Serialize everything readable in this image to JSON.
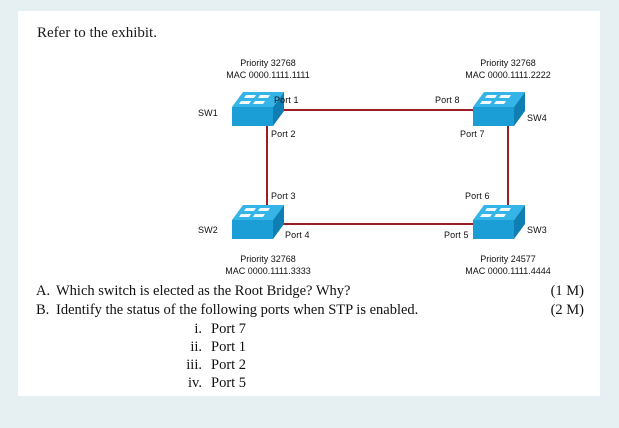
{
  "heading": "Refer to the exhibit.",
  "diagram": {
    "switches": [
      {
        "id": "sw1",
        "name": "SW1",
        "priority": "Priority 32768",
        "mac": "MAC 0000.1111.1111"
      },
      {
        "id": "sw4",
        "name": "SW4",
        "priority": "Priority 32768",
        "mac": "MAC 0000.1111.2222"
      },
      {
        "id": "sw2",
        "name": "SW2",
        "priority": "Priority 32768",
        "mac": "MAC 0000.1111.3333"
      },
      {
        "id": "sw3",
        "name": "SW3",
        "priority": "Priority 24577",
        "mac": "MAC 0000.1111.4444"
      }
    ],
    "ports": {
      "p1": "Port 1",
      "p2": "Port 2",
      "p3": "Port 3",
      "p4": "Port 4",
      "p5": "Port 5",
      "p6": "Port 6",
      "p7": "Port  7",
      "p8": "Port  8"
    },
    "link_color": "#9c1d22",
    "switch_color": "#2aace2"
  },
  "questions": [
    {
      "marker": "A.",
      "text": "Which switch is elected as the Root Bridge? Why?",
      "marks": "(1 M)"
    },
    {
      "marker": "B.",
      "text": "Identify the status of the following ports when STP is enabled.",
      "marks": "(2 M)"
    }
  ],
  "sub_items": [
    {
      "marker": "i.",
      "text": "Port 7"
    },
    {
      "marker": "ii.",
      "text": "Port 1"
    },
    {
      "marker": "iii.",
      "text": "Port 2"
    },
    {
      "marker": "iv.",
      "text": "Port 5"
    }
  ]
}
